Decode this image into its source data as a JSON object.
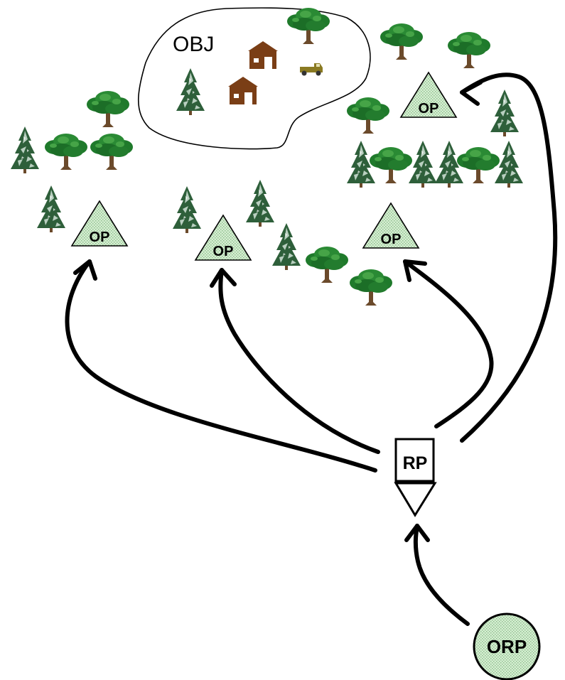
{
  "labels": {
    "objective": "OBJ",
    "op_1": "OP",
    "op_2": "OP",
    "op_3": "OP",
    "op_4": "OP",
    "rp": "RP",
    "orp": "ORP"
  },
  "colors": {
    "marker_fill": "#d4ecd0",
    "marker_stipple": "#9cc79c",
    "tree_leaf": "#1f7a2b",
    "tree_leaf_light": "#46a447",
    "trunk": "#6b4a2b",
    "pine": "#2e5f3a",
    "pine_light": "#b9cfc0",
    "building": "#7a3e16",
    "truck": "#8a7a22",
    "arrow": "#000000"
  },
  "icons": [
    "deciduous-tree-icon",
    "pine-tree-icon",
    "building-icon",
    "truck-icon"
  ]
}
